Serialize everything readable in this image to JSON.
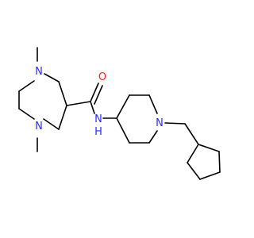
{
  "colors": {
    "bond": "#000000",
    "nitrogen": "#2b2bff",
    "oxygen": "#ff1f1f",
    "background": "#ffffff"
  },
  "atoms": {
    "n_ring_top": "N",
    "n_ring_bottom": "N",
    "methyl_top": "",
    "methyl_bottom": "",
    "o_carbonyl": "O",
    "n_amide": "N",
    "h_amide": "H",
    "n_piperidine": "N"
  }
}
